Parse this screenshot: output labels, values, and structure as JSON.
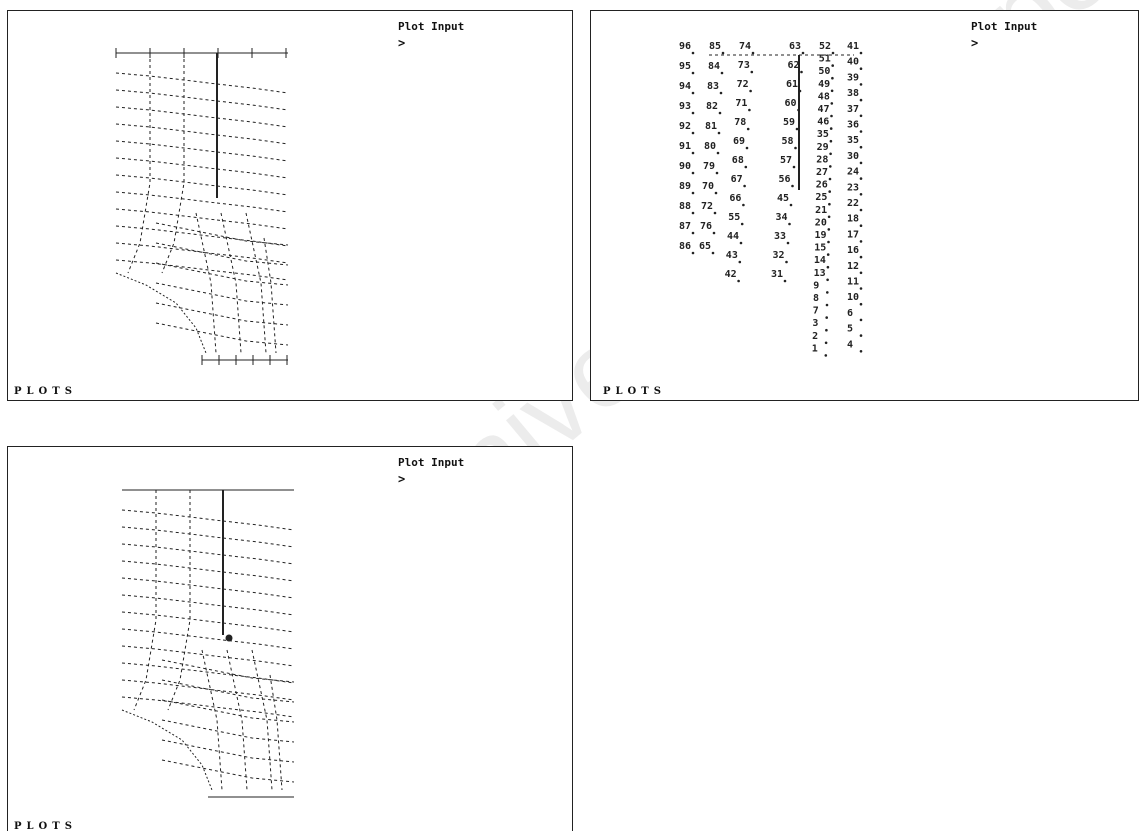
{
  "panels": [
    {
      "id": "mesh-plot",
      "title": "Plot Input",
      "prompt": ">",
      "footer": "PLOTS"
    },
    {
      "id": "node-numbers-plot",
      "title": "Plot Input",
      "prompt": ">",
      "footer": "PLOTS"
    },
    {
      "id": "marked-node-plot",
      "title": "Plot Input",
      "prompt": ">",
      "footer": "PLOTS"
    }
  ],
  "node_labels": {
    "column_1": [
      "96",
      "95",
      "94",
      "93",
      "92",
      "91",
      "90",
      "89",
      "88",
      "87",
      "86"
    ],
    "column_2": [
      "85",
      "84",
      "83",
      "82",
      "81",
      "80",
      "79",
      "70",
      "72",
      "76",
      "65"
    ],
    "column_3": [
      "74",
      "73",
      "72",
      "71",
      "78",
      "69",
      "68",
      "67",
      "66",
      "55",
      "44",
      "43",
      "42"
    ],
    "column_4": [
      "63",
      "62",
      "61",
      "60",
      "59",
      "58",
      "57",
      "56",
      "45",
      "34",
      "33",
      "32",
      "31"
    ],
    "column_5": [
      "52",
      "51",
      "50",
      "49",
      "48",
      "47",
      "46",
      "35",
      "29",
      "28",
      "27",
      "26",
      "25",
      "21",
      "20",
      "19",
      "15",
      "14",
      "13",
      "9",
      "8",
      "7",
      "3",
      "2",
      "1"
    ],
    "column_6": [
      "41",
      "40",
      "39",
      "38",
      "37",
      "36",
      "35",
      "30",
      "24",
      "23",
      "22",
      "18",
      "17",
      "16",
      "12",
      "11",
      "10",
      "6",
      "5",
      "4"
    ]
  },
  "watermark": "University of Cape Town",
  "colors": {
    "line": "#222222",
    "watermark": "#e6e6e6"
  }
}
